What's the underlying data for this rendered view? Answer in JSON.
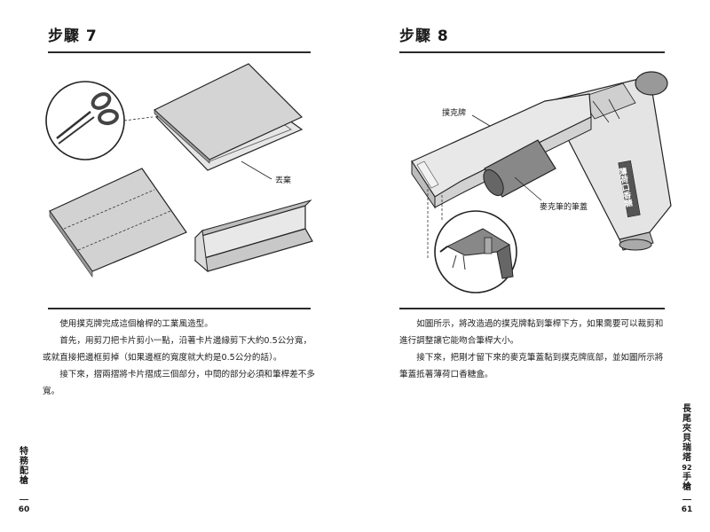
{
  "left_page": {
    "step_title": "步驟 7",
    "callout_discard": "丟棄",
    "paragraphs": [
      "使用撲克牌完成這個槍桿的工業風造型。",
      "首先，用剪刀把卡片剪小一點，沿著卡片邊緣剪下大約0.5公分寬，或就直接把邊框剪掉（如果邊框的寬度就大約是0.5公分的話）。",
      "接下來，摺兩摺將卡片摺成三個部分，中間的部分必須和筆桿差不多寬。"
    ],
    "side_title_chars": [
      "特",
      "務",
      "配",
      "槍"
    ],
    "page_number": "60"
  },
  "right_page": {
    "step_title": "步驟 8",
    "callout_card": "撲克牌",
    "callout_cap": "麥克筆的筆蓋",
    "gun_label": "薄荷口香糖",
    "paragraphs": [
      "如圖所示，將改造過的撲克牌黏到筆桿下方，如果需要可以裁剪和進行調整讓它能吻合筆桿大小。",
      "接下來，把剛才留下來的麥克筆蓋黏到撲克牌底部，並如圖所示將筆蓋抵著薄荷口香糖盒。"
    ],
    "side_title_chars": [
      "長",
      "尾",
      "夾",
      "貝",
      "瑞",
      "塔",
      "92",
      "手",
      "槍"
    ],
    "page_number": "61"
  }
}
